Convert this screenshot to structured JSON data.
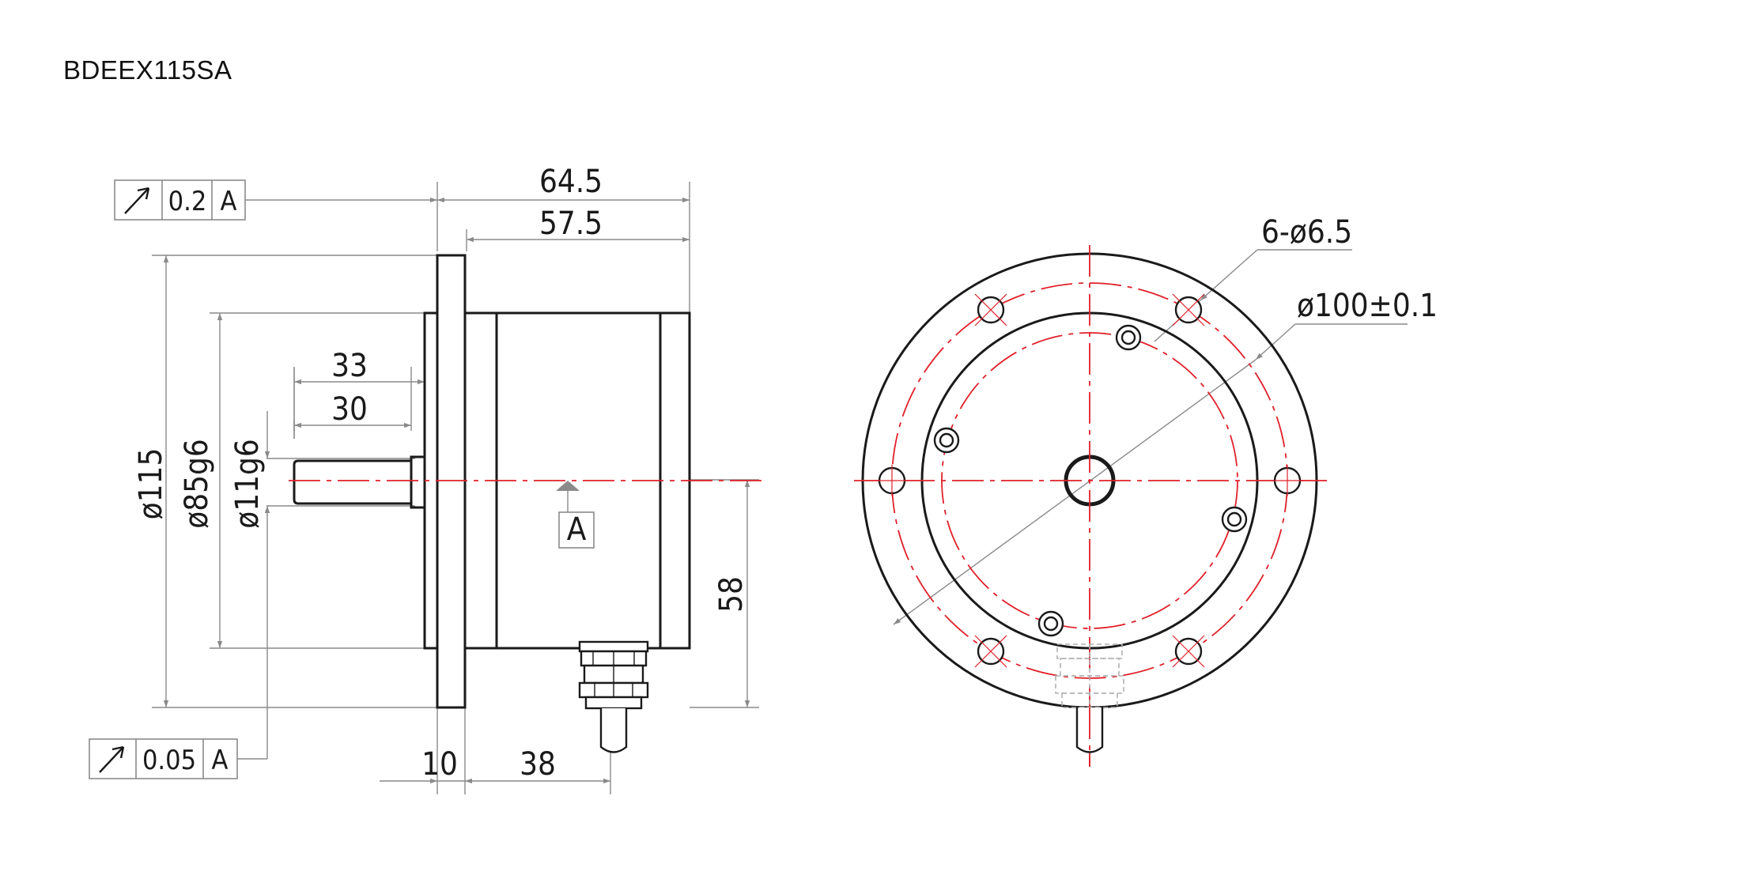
{
  "title": "BDEEX115SA",
  "colors": {
    "outline": "#1a1a1a",
    "dimension": "#8a8a8a",
    "centerline": "#e0202a",
    "text": "#1a1a1a"
  },
  "side_view": {
    "dim_overall_length": "64.5",
    "dim_body_length": "57.5",
    "dim_shaft_33": "33",
    "dim_shaft_30": "30",
    "dim_flange_dia": "ø115",
    "dim_spigot_dia": "ø85g6",
    "dim_shaft_dia": "ø11g6",
    "dim_flange_thickness": "10",
    "dim_38": "38",
    "dim_58": "58",
    "datum_label": "A",
    "tol_top": {
      "symbol": "circular-runout-icon",
      "value": "0.2",
      "datum": "A"
    },
    "tol_bottom": {
      "symbol": "circular-runout-icon",
      "value": "0.05",
      "datum": "A"
    }
  },
  "front_view": {
    "hole_callout": "6-ø6.5",
    "pcd_callout": "ø100±0.1"
  }
}
